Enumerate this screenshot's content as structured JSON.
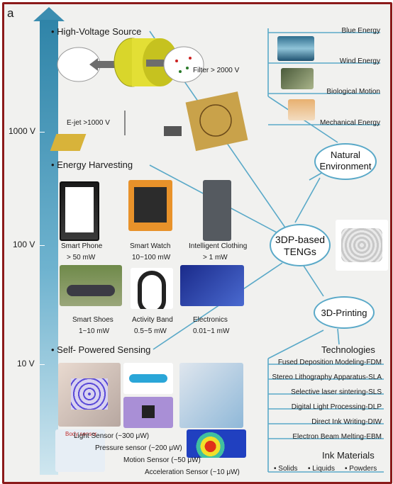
{
  "panel_label": "a",
  "axis": {
    "ticks": [
      "1000 V",
      "100 V",
      "10 V"
    ]
  },
  "sections": {
    "high_voltage": "High-Voltage Source",
    "energy_harvesting": "Energy Harvesting",
    "sensing": "Self- Powered Sensing"
  },
  "high_voltage": {
    "filter": "Filter > 2000 V",
    "ejet": "E-jet >1000 V"
  },
  "devices": [
    {
      "name": "Smart Phone",
      "power": "> 50 mW"
    },
    {
      "name": "Smart Watch",
      "power": "10~100 mW"
    },
    {
      "name": "Intelligent Clothing",
      "power": "> 1 mW"
    },
    {
      "name": "Smart Shoes",
      "power": "1~10 mW"
    },
    {
      "name": "Activity Band",
      "power": "0.5~5 mW"
    },
    {
      "name": "Electronics",
      "power": "0.01~1 mW"
    }
  ],
  "sensors": [
    "Light Sensor (~300 μW)",
    "Pressure sensor (~200 μW)",
    "Motion Sensor (~50 μW)",
    "Acceleration Sensor (~10 μW)"
  ],
  "body_sensor_tag": "Body sensor",
  "center": "3DP-based\nTENGs",
  "natural": {
    "title": "Natural\nEnvironment",
    "items": [
      "Blue Energy",
      "Wind Energy",
      "Biological Motion",
      "Mechanical Energy"
    ]
  },
  "printing": {
    "title": "3D-Printing",
    "tech_heading": "Technologies",
    "technologies": [
      "Fused Deposition Modeling-FDM",
      "Stereo Lithography Apparatus-SLA",
      "Selective laser sintering-SLS",
      "Digital Light Processing-DLP",
      "Direct Ink Writing-DIW",
      "Electron Beam Melting-EBM"
    ],
    "ink_heading": "Ink Materials",
    "inks": [
      "Solids",
      "Liquids",
      "Powders"
    ]
  },
  "colors": {
    "border": "#8b1a1a",
    "axis": "#2f84a8",
    "connector": "#5aa9c8",
    "background": "#f1f1ef"
  }
}
